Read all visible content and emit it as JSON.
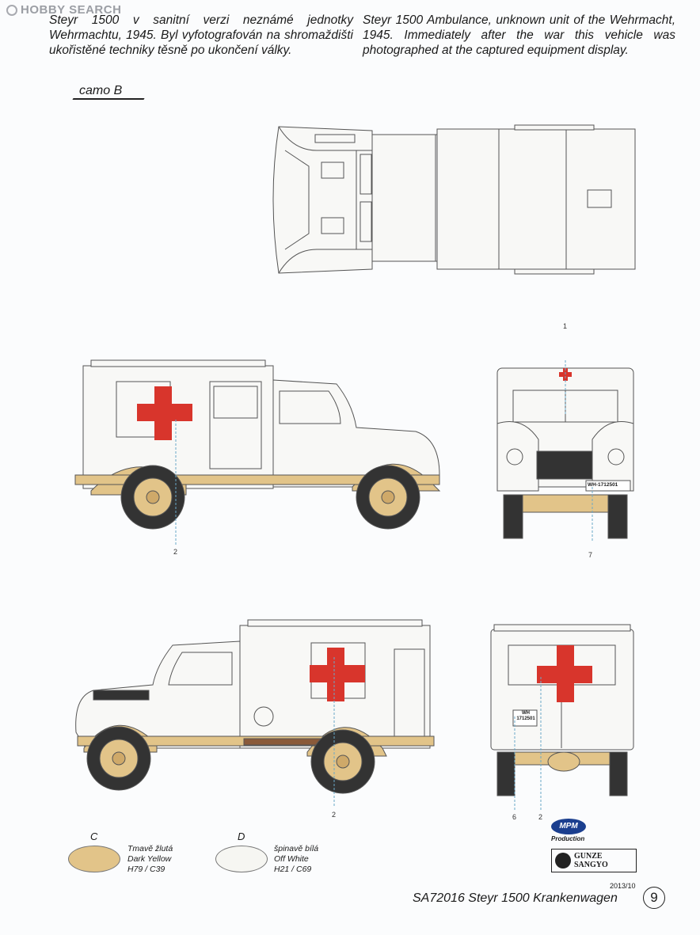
{
  "watermark": "HOBBY SEARCH",
  "intro": {
    "czech": "Steyr 1500 v sanitní verzi neznámé jednotky Wehrmachtu, 1945. Byl vyfotografován na shromaždišti ukořistěné techniky těsně po ukončení války.",
    "english": "Steyr 1500 Ambulance, unknown unit of the Wehrmacht, 1945. Immediately after the war this vehicle was photographed at the captured equipment display."
  },
  "scheme_label": "camo B",
  "callouts": {
    "front_top": "1",
    "front_bottom": "7",
    "left_wheel": "2",
    "right_wheel": "2",
    "rear_left": "6",
    "rear_right": "2"
  },
  "plates": {
    "front": "WH-1712501",
    "rear_line1": "WH",
    "rear_line2": "1712501"
  },
  "colors": {
    "yellow": {
      "letter": "C",
      "cz": "Tmavě žlutá",
      "en": "Dark Yellow",
      "code": "H79 / C39",
      "hex": "#e2c489"
    },
    "white": {
      "letter": "D",
      "cz": "špinavě bílá",
      "en": "Off White",
      "code": "H21 / C69",
      "hex": "#f6f6f2"
    },
    "cross": "#d8352c"
  },
  "logos": {
    "mpm": "MPM",
    "production": "Production",
    "gunze_line1": "GUNZE",
    "gunze_line2": "SANGYO"
  },
  "footer": {
    "date": "2013/10",
    "title": "SA72016  Steyr 1500 Krankenwagen",
    "page": "9"
  }
}
